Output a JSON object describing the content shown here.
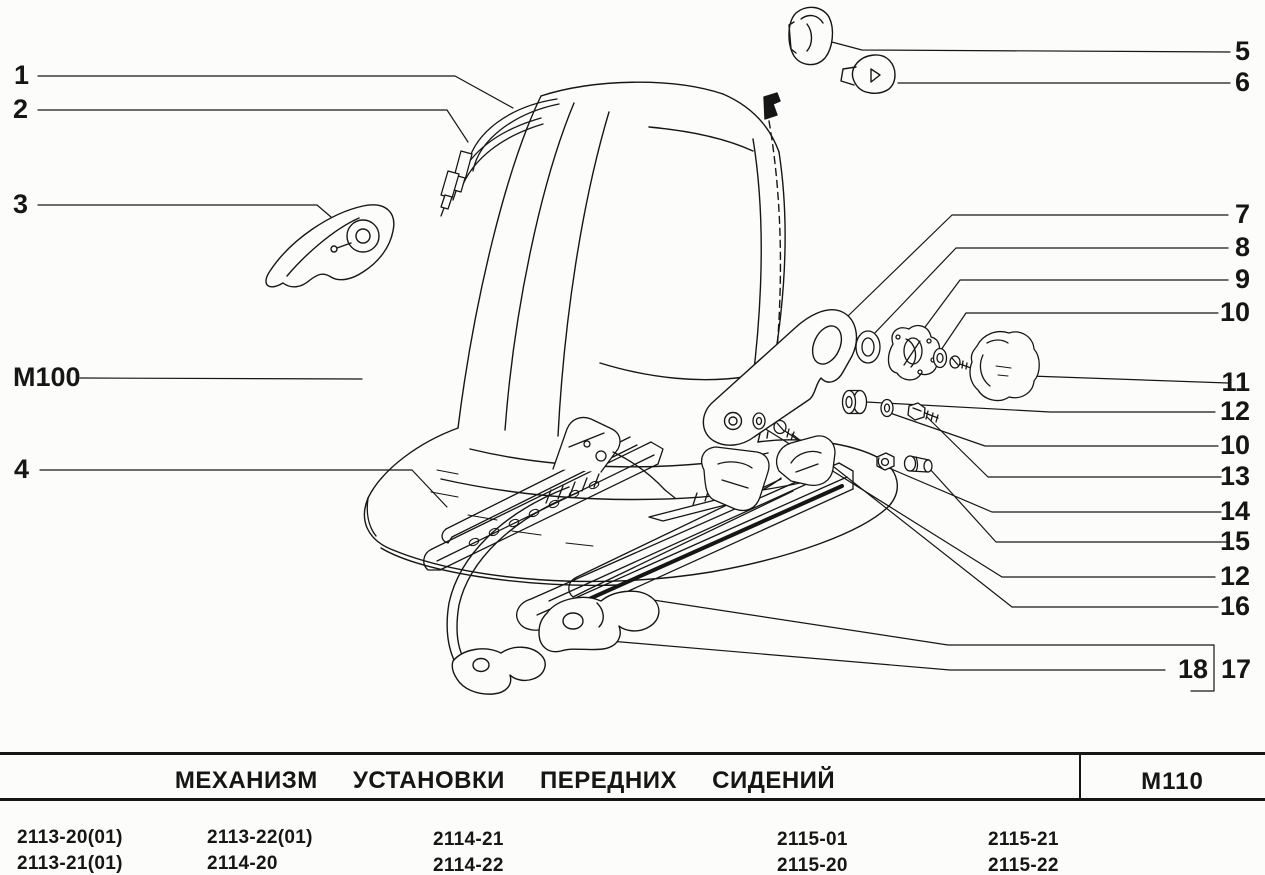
{
  "colors": {
    "ink": "#161616",
    "paper": "#fcfcfa"
  },
  "diagram": {
    "callouts": {
      "c1": "1",
      "c2": "2",
      "c3": "3",
      "m100": "М100",
      "c4": "4",
      "c5": "5",
      "c6": "6",
      "c7": "7",
      "c8": "8",
      "c9": "9",
      "c10a": "10",
      "c11": "11",
      "c12a": "12",
      "c10b": "10",
      "c13": "13",
      "c14": "14",
      "c15": "15",
      "c12b": "12",
      "c16": "16",
      "c18": "18",
      "c17": "17"
    }
  },
  "table": {
    "title": "МЕХАНИЗМ УСТАНОВКИ ПЕРЕДНИХ СИДЕНИЙ",
    "sheet_code": "М110",
    "model_columns": [
      [
        "2113-20(01)",
        "2113-21(01)"
      ],
      [
        "2113-22(01)",
        "2114-20"
      ],
      [
        "2114-21",
        "2114-22"
      ],
      [
        "2115-01",
        "2115-20"
      ],
      [
        "2115-21",
        "2115-22"
      ]
    ]
  }
}
